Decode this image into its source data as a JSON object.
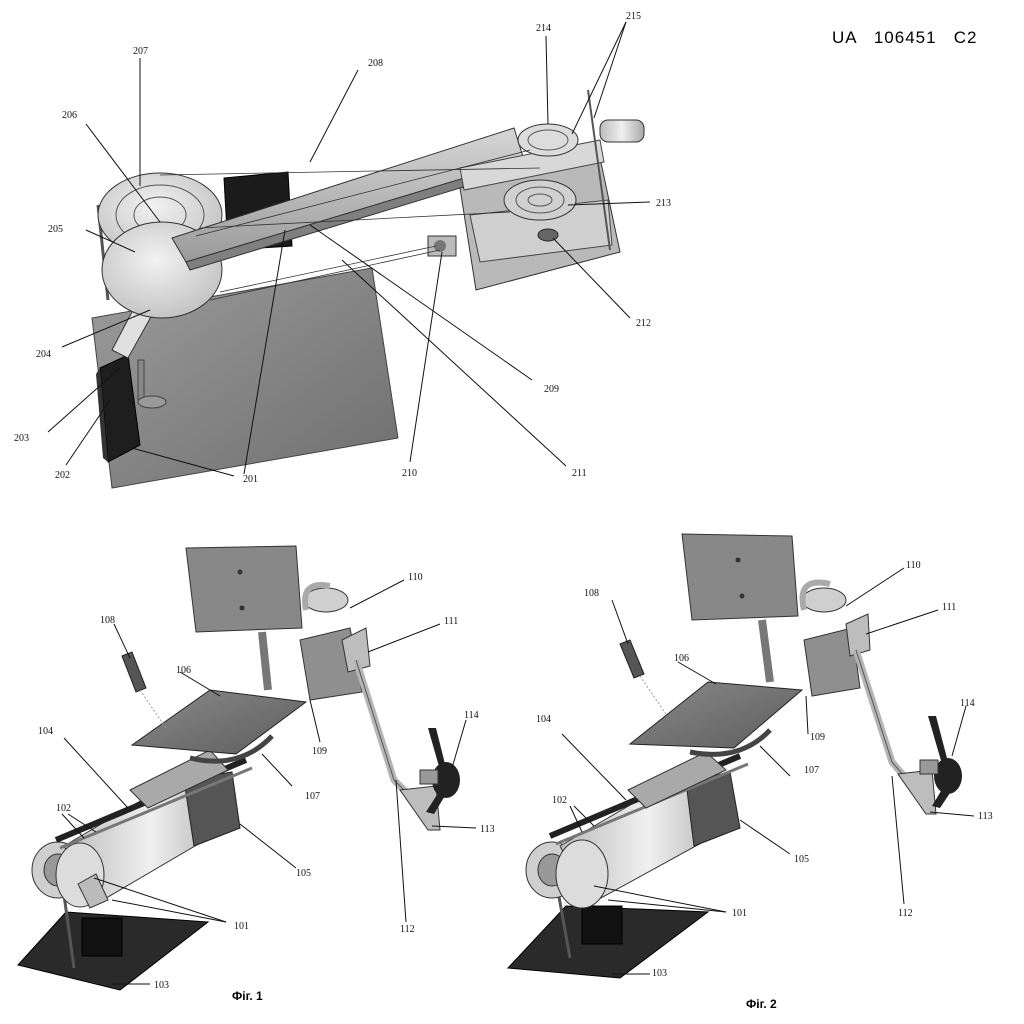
{
  "header": {
    "patent_number": "UA   106451   C2"
  },
  "figures": {
    "top": {
      "labels": [
        "201",
        "202",
        "203",
        "204",
        "205",
        "206",
        "207",
        "208",
        "209",
        "210",
        "211",
        "212",
        "213",
        "214",
        "215"
      ]
    },
    "fig1": {
      "caption": "Фіг. 1",
      "labels": [
        "101",
        "102",
        "103",
        "104",
        "105",
        "106",
        "107",
        "108",
        "109",
        "110",
        "111",
        "112",
        "113",
        "114"
      ]
    },
    "fig2": {
      "caption": "Фіг. 2",
      "labels": [
        "101",
        "102",
        "103",
        "104",
        "105",
        "106",
        "107",
        "108",
        "109",
        "110",
        "111",
        "112",
        "113",
        "114"
      ]
    }
  }
}
